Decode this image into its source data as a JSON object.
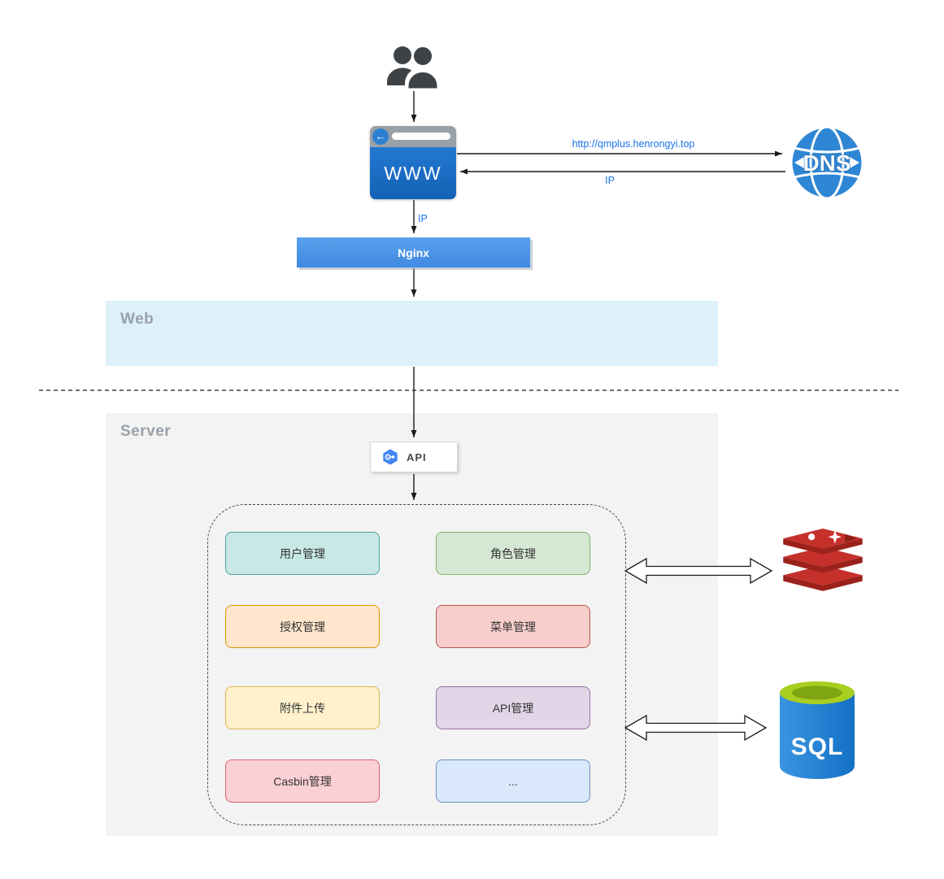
{
  "labels": {
    "web_zone": "Web",
    "server_zone": "Server"
  },
  "flow": {
    "browser": "WWW",
    "dns": "DNS",
    "nginx": "Nginx",
    "api": "API",
    "dns_request": "http://qmplus.henrongyi.top",
    "dns_response": "IP",
    "browser_to_nginx": "IP"
  },
  "icons": {
    "users": "two-person-silhouette",
    "browser_back": "←",
    "api_hexagon": "blue-hexagon-service",
    "redis": "redis-stack",
    "sql_database": "database-cylinder"
  },
  "modules": [
    {
      "label": "用户管理",
      "fill": "#c7e8e5",
      "border": "#48a39d"
    },
    {
      "label": "角色管理",
      "fill": "#d5e8d4",
      "border": "#82b366"
    },
    {
      "label": "授权管理",
      "fill": "#ffe6cc",
      "border": "#d79b00"
    },
    {
      "label": "菜单管理",
      "fill": "#f8cecc",
      "border": "#b85450"
    },
    {
      "label": "附件上传",
      "fill": "#fff2cc",
      "border": "#d6b656"
    },
    {
      "label": "API管理",
      "fill": "#e1d5e7",
      "border": "#9673a6"
    },
    {
      "label": "Casbin管理",
      "fill": "#fad0d5",
      "border": "#d6616f"
    },
    {
      "label": "...",
      "fill": "#dae8fc",
      "border": "#6c8ebf"
    }
  ],
  "datastores": {
    "sql": "SQL"
  },
  "colors": {
    "web_zone_bg": "#ddf1fb",
    "server_zone_bg": "#f3f3f3",
    "zone_label": "#98a0a8",
    "nginx_blue": "#4a96e9",
    "browser_body_blue": "#1f72cc",
    "dns_globe_blue": "#2e86d4",
    "arrow_label_blue": "#1a73e8",
    "redis_red": "#c6302b",
    "sql_body_blue": "#1a82d6",
    "sql_top_green": "#a8ce1f"
  }
}
